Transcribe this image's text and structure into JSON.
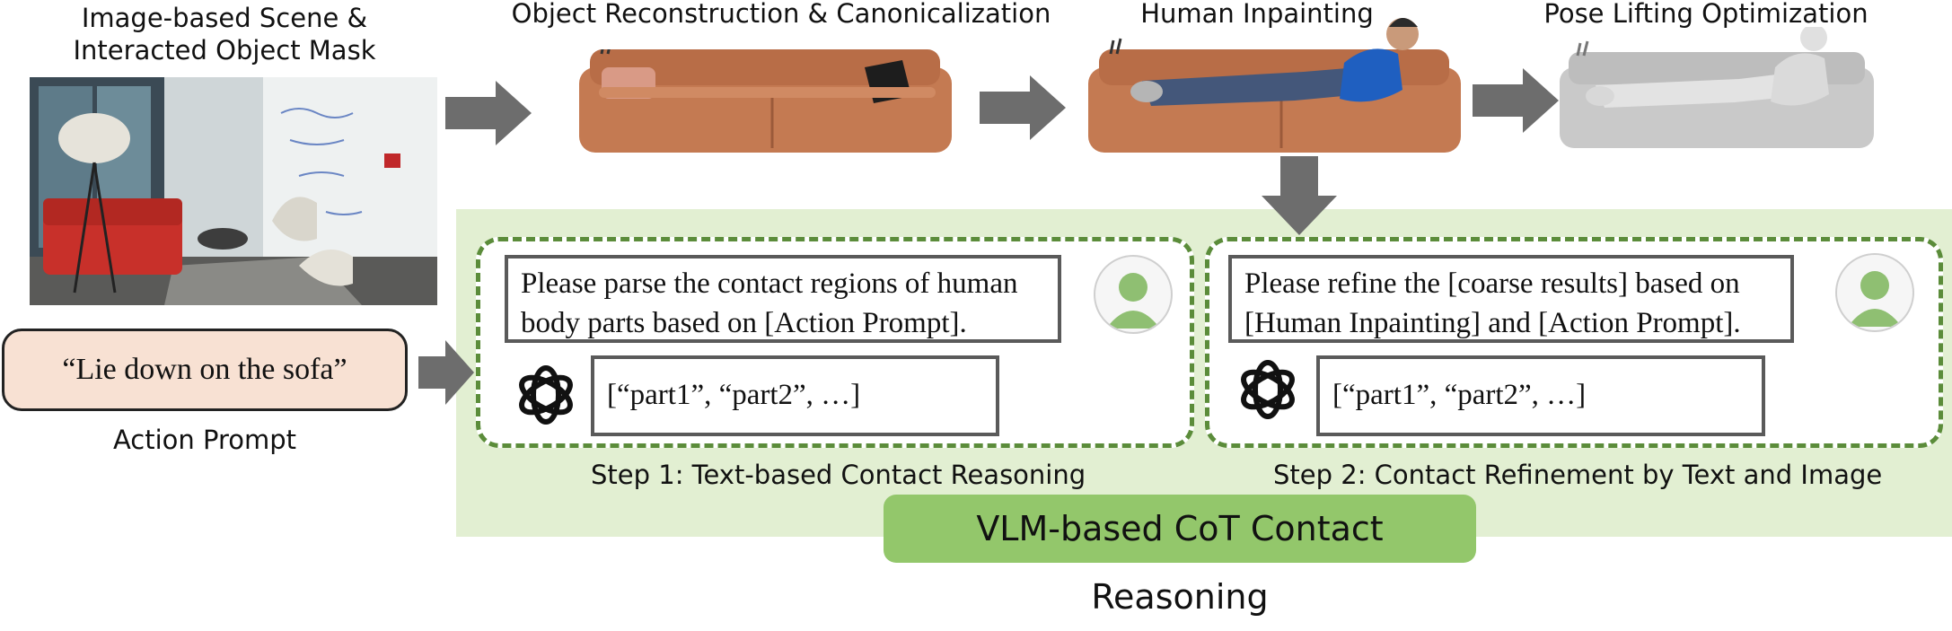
{
  "stages": {
    "scene_title_line1": "Image-based Scene &",
    "scene_title_line2": "Interacted Object Mask",
    "object_title": "Object Reconstruction & Canonicalization",
    "inpainting_title": "Human Inpainting",
    "pose_title": "Pose Lifting Optimization"
  },
  "action": {
    "prompt_text": "“Lie down on the sofa”",
    "label": "Action Prompt"
  },
  "step1": {
    "query_line1": "Please parse the contact regions of human",
    "query_line2": "body parts based on [Action Prompt].",
    "reply": "[“part1”, “part2”, …]",
    "caption": "Step 1: Text-based Contact Reasoning"
  },
  "step2": {
    "query_line1": "Please refine the [coarse results] based on",
    "query_line2": "[Human Inpainting] and [Action Prompt].",
    "reply": "[“part1”, “part2”, …]",
    "caption": "Step 2: Contact Refinement by Text and Image"
  },
  "vlm_title": "VLM-based CoT Contact Reasoning",
  "colors": {
    "panel_bg": "#e2efd2",
    "dashed_border": "#5b8c3a",
    "title_bg": "#93c76b",
    "prompt_bg": "#f8e1d3",
    "arrow": "#6d6d6d",
    "sofa": "#c47a52",
    "avatar": "#8fbf72"
  },
  "icons": [
    "openai-logo-icon",
    "user-avatar-icon",
    "right-arrow-icon",
    "down-arrow-icon"
  ]
}
